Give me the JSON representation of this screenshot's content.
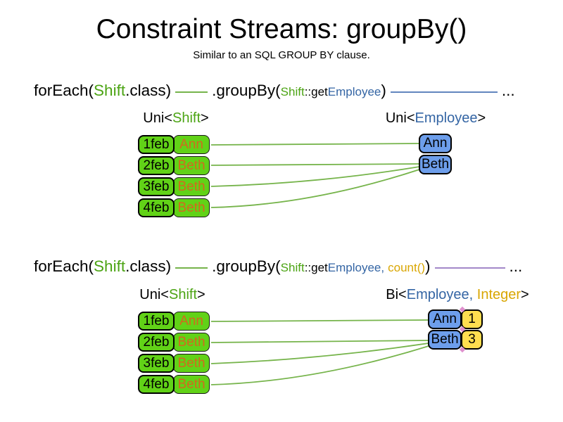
{
  "title": "Constraint Streams: groupBy()",
  "subtitle": "Similar to an SQL GROUP BY clause.",
  "colors": {
    "green_text": "#4ca414",
    "green_fill": "#61d217",
    "line_green": "#76b44b",
    "blue_text": "#3465a4",
    "blue_fill": "#6d9eeb",
    "line_blue": "#6286be",
    "line_purple": "#a388c9",
    "yellow_fill": "#ffde4f",
    "orange_name": "#d2691e",
    "gold_text": "#d9a602",
    "pink_marker": "#df90ce"
  },
  "code1": {
    "foreach_open": "forEach(",
    "foreach_class": "Shift",
    "foreach_close": ".class)",
    "groupby_open": ".groupBy(",
    "arg_class": "Shift",
    "arg_method": "::get",
    "arg_type": "Employee",
    "groupby_close": ")",
    "ellipsis": "..."
  },
  "code2": {
    "foreach_open": "forEach(",
    "foreach_class": "Shift",
    "foreach_close": ".class)",
    "groupby_open": ".groupBy(",
    "arg_class": "Shift",
    "arg_method": "::get",
    "arg_type": "Employee",
    "arg_comma": ",",
    "arg_count": "count()",
    "groupby_close": ")",
    "ellipsis": "..."
  },
  "diagram1": {
    "left_type_label": {
      "open": "Uni<",
      "param": "Shift",
      "close": ">"
    },
    "right_type_label": {
      "open": "Uni<",
      "param": "Employee",
      "close": ">"
    },
    "rows": [
      {
        "date": "1feb",
        "name": "Ann"
      },
      {
        "date": "2feb",
        "name": "Beth"
      },
      {
        "date": "3feb",
        "name": "Beth"
      },
      {
        "date": "4feb",
        "name": "Beth"
      }
    ],
    "groups": [
      {
        "name": "Ann"
      },
      {
        "name": "Beth"
      }
    ]
  },
  "diagram2": {
    "left_type_label": {
      "open": "Uni<",
      "param": "Shift",
      "close": ">"
    },
    "right_type_label": {
      "open": "Bi<",
      "param1": "Employee",
      "comma": ", ",
      "param2": "Integer",
      "close": ">"
    },
    "rows": [
      {
        "date": "1feb",
        "name": "Ann"
      },
      {
        "date": "2feb",
        "name": "Beth"
      },
      {
        "date": "3feb",
        "name": "Beth"
      },
      {
        "date": "4feb",
        "name": "Beth"
      }
    ],
    "groups": [
      {
        "name": "Ann",
        "count": "1"
      },
      {
        "name": "Beth",
        "count": "3"
      }
    ]
  }
}
